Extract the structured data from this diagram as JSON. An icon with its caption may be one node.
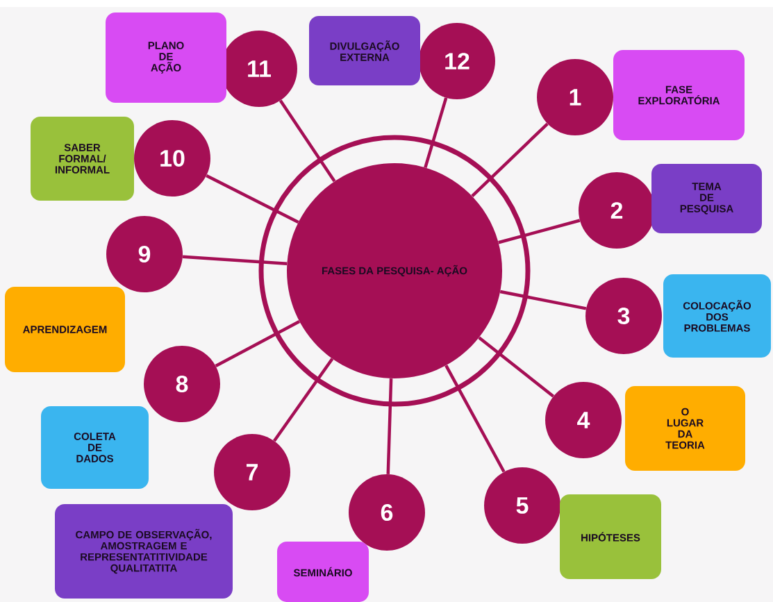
{
  "diagram": {
    "nodes": [
      {
        "text": [
          "FASES DA PESQUISA- AÇÃO"
        ]
      },
      {
        "text": [
          "1"
        ]
      },
      {
        "text": [
          "FASE EXPLORATÓRIA"
        ]
      },
      {
        "text": [
          "2"
        ]
      },
      {
        "text": [
          "TEMA DE PESQUISA"
        ]
      },
      {
        "text": [
          "3"
        ]
      },
      {
        "text": [
          "COLOCAÇÃO DOS PROBLEMAS"
        ]
      },
      {
        "text": [
          "4"
        ]
      },
      {
        "text": [
          "O LUGAR DA TEORIA"
        ]
      },
      {
        "text": [
          "5"
        ]
      },
      {
        "text": [
          "HIPÓTESES"
        ]
      },
      {
        "text": [
          "6"
        ]
      },
      {
        "text": [
          "SEMINÁRIO"
        ]
      },
      {
        "text": [
          "7"
        ]
      },
      {
        "text": [
          "CAMPO DE OBSERVAÇÃO, AMOSTRAGEM E REPRESENTATITIVIDADE QUALITATITA"
        ]
      },
      {
        "text": [
          "8"
        ]
      },
      {
        "text": [
          "COLETA DE DADOS"
        ]
      },
      {
        "text": [
          "9"
        ]
      },
      {
        "text": [
          "APRENDIZAGEM"
        ]
      },
      {
        "text": [
          "10"
        ]
      },
      {
        "text": [
          "SABER FORMAL/ INFORMAL"
        ]
      },
      {
        "text": [
          "11"
        ]
      },
      {
        "text": [
          "PLANO DE AÇÃO"
        ]
      },
      {
        "text": [
          "12"
        ]
      },
      {
        "text": [
          "DIVULGAÇÃO EXTERNA"
        ]
      }
    ],
    "edges": [
      {
        "from": 0,
        "to": 1,
        "arrow": "none"
      },
      {
        "from": 0,
        "to": 3,
        "arrow": "none"
      },
      {
        "from": 0,
        "to": 5,
        "arrow": "none"
      },
      {
        "from": 0,
        "to": 7,
        "arrow": "none"
      },
      {
        "from": 0,
        "to": 9,
        "arrow": "none"
      },
      {
        "from": 0,
        "to": 11,
        "arrow": "none"
      },
      {
        "from": 0,
        "to": 13,
        "arrow": "none"
      },
      {
        "from": 0,
        "to": 15,
        "arrow": "none"
      },
      {
        "from": 0,
        "to": 17,
        "arrow": "none"
      },
      {
        "from": 0,
        "to": 19,
        "arrow": "none"
      },
      {
        "from": 0,
        "to": 21,
        "arrow": "none"
      },
      {
        "from": 0,
        "to": 23,
        "arrow": "none"
      }
    ]
  }
}
